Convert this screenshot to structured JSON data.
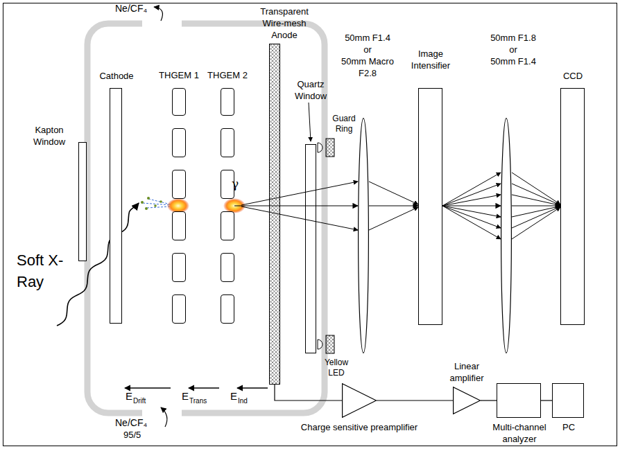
{
  "diagram": {
    "nodes": [
      {
        "text": [
          "Kapton Window"
        ]
      },
      {
        "text": [
          "Cathode"
        ]
      },
      {
        "text": [
          "THGEM 1"
        ]
      },
      {
        "text": [
          "THGEM 2"
        ]
      },
      {
        "text": [
          "Transparent Wire-mesh Anode"
        ]
      },
      {
        "text": [
          "Quartz Window"
        ]
      },
      {
        "text": [
          "50mm F1.4",
          "or",
          "50mm Macro F2.8"
        ]
      },
      {
        "text": [
          "Image Intensifier"
        ]
      },
      {
        "text": [
          "50mm F1.8",
          "or",
          "50mm F1.4"
        ]
      },
      {
        "text": [
          "CCD"
        ]
      },
      {
        "text": [
          "Charge sensitive preamplifier"
        ]
      },
      {
        "text": [
          "Linear amplifier"
        ]
      },
      {
        "text": [
          "Multi-channel analyzer"
        ]
      },
      {
        "text": [
          "PC"
        ]
      }
    ],
    "edges": [
      {
        "from": 3,
        "to": 6,
        "arrow": "to"
      },
      {
        "from": 6,
        "to": 7,
        "arrow": "to"
      },
      {
        "from": 7,
        "to": 8,
        "arrow": "to"
      },
      {
        "from": 8,
        "to": 9,
        "arrow": "to"
      },
      {
        "from": 4,
        "to": 10,
        "arrow": "none"
      },
      {
        "from": 10,
        "to": 11,
        "arrow": "none"
      },
      {
        "from": 11,
        "to": 12,
        "arrow": "none"
      },
      {
        "from": 12,
        "to": 13,
        "arrow": "none"
      }
    ],
    "labels": [
      "Ne/CF₄",
      "Ne/CF₄",
      "95/5",
      "Soft X-Ray",
      "γ",
      "Guard Ring",
      "Yellow LED",
      "E",
      "Drift",
      "E",
      "Trans",
      "E",
      "Ind"
    ]
  }
}
